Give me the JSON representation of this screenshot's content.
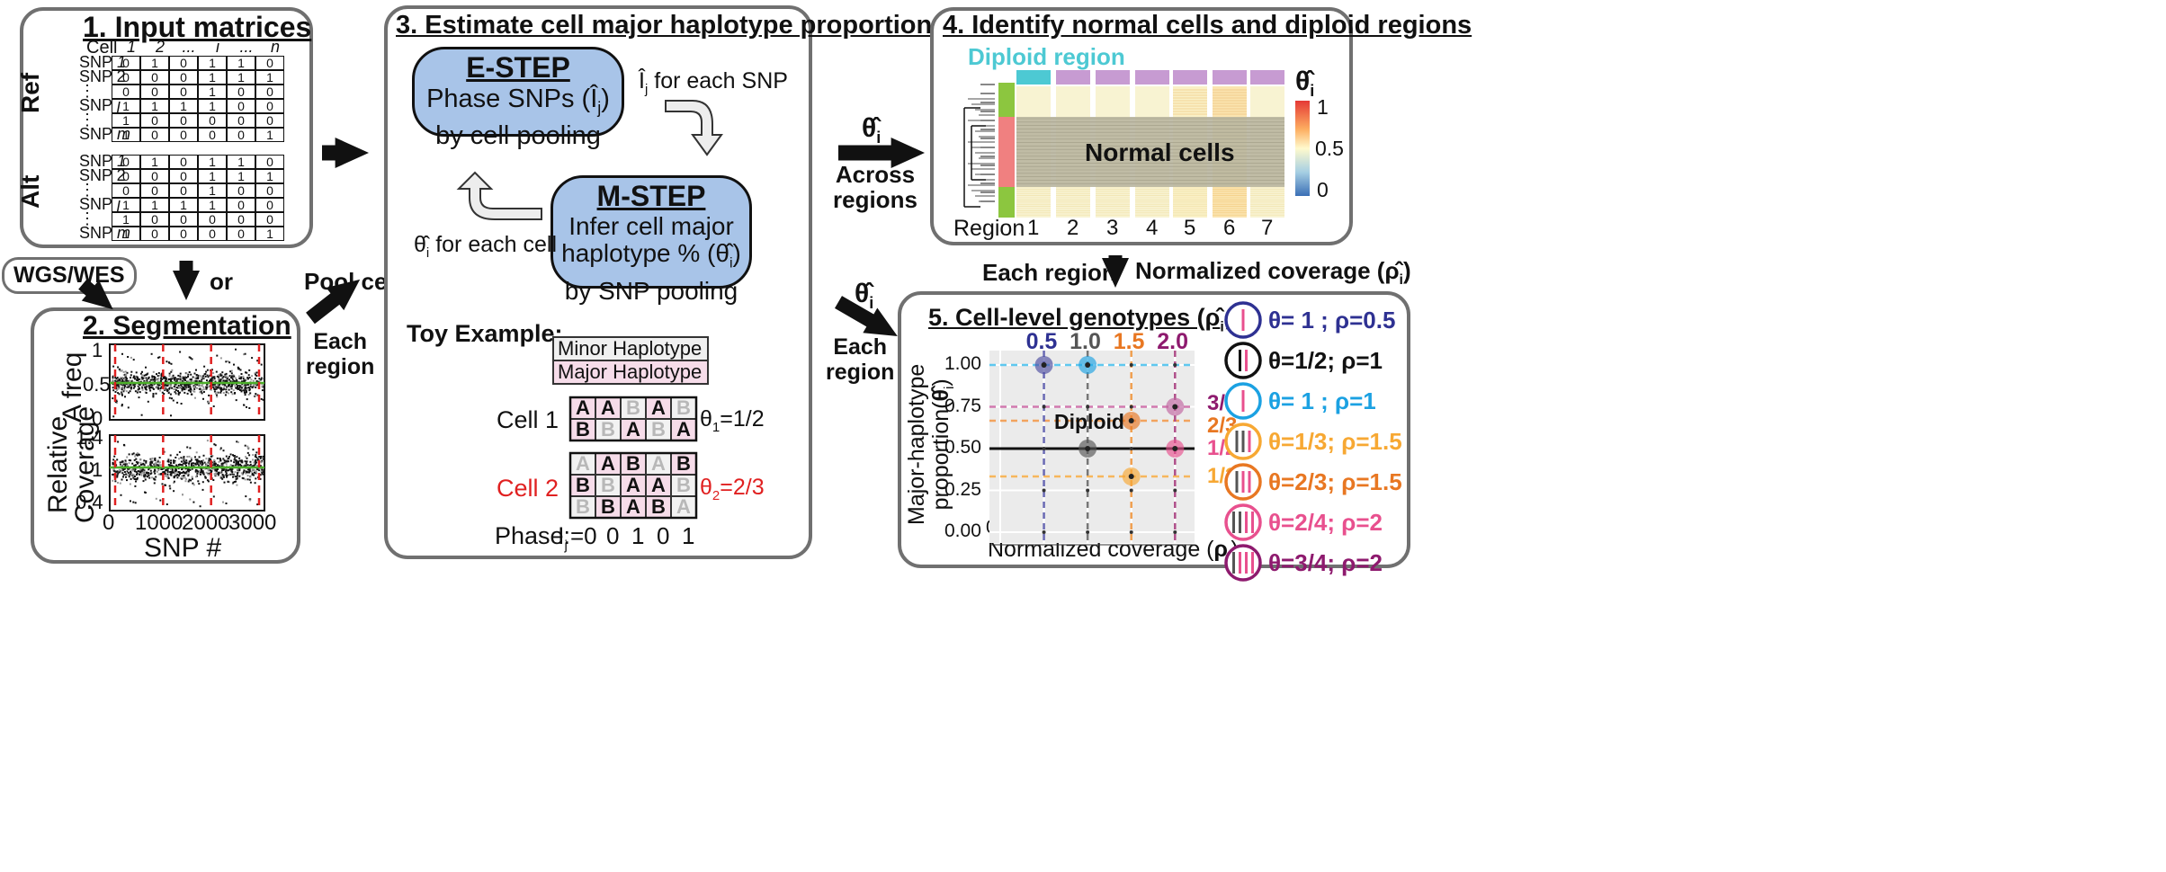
{
  "panel1": {
    "title": "1. Input matrices",
    "cell_label": "Cell",
    "cols": [
      "1",
      "2",
      "...",
      "i",
      "...",
      "n"
    ],
    "ref_label": "Ref",
    "alt_label": "Alt",
    "ref_rows": [
      {
        "label": "SNP",
        "idx": "1",
        "vals": [
          "0",
          "1",
          "0",
          "1",
          "1",
          "0"
        ]
      },
      {
        "label": "SNP 2",
        "idx": "",
        "vals": [
          "0",
          "0",
          "0",
          "1",
          "1",
          "1"
        ]
      },
      {
        "label": "⋮",
        "idx": "",
        "vals": [
          "0",
          "0",
          "0",
          "1",
          "0",
          "0"
        ]
      },
      {
        "label": "SNP",
        "idx": "j",
        "vals": [
          "1",
          "1",
          "1",
          "1",
          "0",
          "0"
        ]
      },
      {
        "label": "⋮",
        "idx": "",
        "vals": [
          "1",
          "0",
          "0",
          "0",
          "0",
          "0"
        ]
      },
      {
        "label": "SNP",
        "idx": "m",
        "vals": [
          "1",
          "0",
          "0",
          "0",
          "0",
          "1"
        ]
      }
    ],
    "alt_rows": [
      {
        "label": "SNP",
        "idx": "1",
        "vals": [
          "0",
          "1",
          "0",
          "1",
          "1",
          "0"
        ]
      },
      {
        "label": "SNP 2",
        "idx": "",
        "vals": [
          "0",
          "0",
          "0",
          "1",
          "1",
          "1"
        ]
      },
      {
        "label": "⋮",
        "idx": "",
        "vals": [
          "0",
          "0",
          "0",
          "1",
          "0",
          "0"
        ]
      },
      {
        "label": "SNP",
        "idx": "j",
        "vals": [
          "1",
          "1",
          "1",
          "1",
          "0",
          "0"
        ]
      },
      {
        "label": "⋮",
        "idx": "",
        "vals": [
          "1",
          "0",
          "0",
          "0",
          "0",
          "0"
        ]
      },
      {
        "label": "SNP",
        "idx": "m",
        "vals": [
          "1",
          "0",
          "0",
          "0",
          "0",
          "1"
        ]
      }
    ]
  },
  "connectors": {
    "wgs": "WGS/WES",
    "or": "or",
    "pool_cells": "Pool cells",
    "each_region_a": [
      "Each",
      "region"
    ],
    "theta": "θ̂",
    "theta_sub": "i",
    "across": [
      "Across",
      "regions"
    ],
    "each_region_b": [
      "Each",
      "region"
    ],
    "each_region_c": "Each region",
    "norm_cov": "Normalized coverage",
    "rho": "(ρ̂",
    "rho_sub": "i",
    ")": ")"
  },
  "panel2": {
    "title": "2. Segmentation",
    "ylabel_top": [
      "A freq"
    ],
    "ylabel_bot": [
      "Relative",
      "Coverage"
    ],
    "yticks_top": [
      "1",
      "0.5",
      "0"
    ],
    "yticks_bot": [
      "1.4",
      "1",
      "0.4"
    ],
    "xticks": [
      "0",
      "1000",
      "2000",
      "3000"
    ],
    "xlabel": "SNP #"
  },
  "panel3": {
    "title": "3. Estimate cell major haplotype proportion",
    "estep": {
      "title": "E-STEP",
      "line1": "Phase SNPs (",
      "hat": "Î",
      "sub": "j",
      "line1b": ")",
      "line2": "by cell pooling"
    },
    "mstep": {
      "title": "M-STEP",
      "line1": "Infer cell major",
      "line2": "haplotype % (",
      "hat": "θ̂",
      "sub": "i",
      "line2b": ")",
      "line3": "by SNP pooling"
    },
    "for_snp": "for each SNP",
    "ij": "Î",
    "ij_sub": "j",
    "for_cell": "for each cell",
    "ti": "θ̂",
    "ti_sub": "i",
    "toy_label": "Toy Example:",
    "minor": "Minor Haplotype",
    "major": "Major Haplotype",
    "cell1": "Cell 1",
    "cell1_theta": "θ",
    "cell1_sub": "1",
    "cell1_val": "=1/2",
    "cell1_rows": [
      [
        "A",
        "A",
        "B",
        "A",
        "B"
      ],
      [
        "B",
        "B",
        "A",
        "B",
        "A"
      ]
    ],
    "cell2": "Cell 2",
    "cell2_theta": "θ",
    "cell2_sub": "2",
    "cell2_val": "=2/3",
    "cell2_rows": [
      [
        "A",
        "A",
        "B",
        "A",
        "B"
      ],
      [
        "B",
        "B",
        "A",
        "A",
        "B"
      ],
      [
        "B",
        "B",
        "A",
        "B",
        "A"
      ]
    ],
    "phase_label": "Phase:",
    "phase_i": "I",
    "phase_sub": "j",
    "phase_vals": [
      "=0",
      "0",
      "1",
      "0",
      "1"
    ]
  },
  "panel4": {
    "title": "4. Identify normal cells and diploid regions",
    "diploid_region": "Diploid region",
    "normal_cells": "Normal cells",
    "region_label": "Region",
    "regions": [
      "1",
      "2",
      "3",
      "4",
      "5",
      "6",
      "7"
    ],
    "legend_title": "θ̂",
    "legend_sub": "i",
    "legend_ticks": [
      "1",
      "0.5",
      "0"
    ],
    "colors": {
      "teal": "#4dc9d3",
      "purple": "#c79bd2",
      "green": "#8cc63f",
      "red": "#f08080"
    }
  },
  "panel5": {
    "title": "5. Cell-level genotypes (",
    "title_rho": "ρ̂",
    "title_theta": "θ̂",
    "title_sub": "i",
    "ylabel": [
      "Major-haplotype",
      "proportion("
    ],
    "ylabel_theta": "θ̂",
    "ylabel_sub": "i",
    "ylabel_end": ")",
    "xlabel": "Normalized coverage (",
    "xlabel_rho": "ρ",
    "xlabel_sub": "i",
    "xlabel_end": ")",
    "yticks": [
      "1.00",
      "0.75",
      "0.50",
      "0.25",
      "0.00"
    ],
    "xticks": [
      "0.0",
      "0.5",
      "1.0",
      "1.5",
      "2.0"
    ],
    "top_labels": [
      "0.5",
      "1.0",
      "1.5",
      "2.0"
    ],
    "right_labels": [
      "3/4",
      "2/3",
      "1/2",
      "1/3"
    ],
    "diploid": "Diploid"
  },
  "legend5": [
    {
      "text": "θ= 1 ; ρ=0.5",
      "color": "#2e3192"
    },
    {
      "text": "θ=1/2; ρ=1",
      "color": "#111111"
    },
    {
      "text": "θ= 1 ; ρ=1",
      "color": "#1ba1e2"
    },
    {
      "text": "θ=1/3; ρ=1.5",
      "color": "#f7a833"
    },
    {
      "text": "θ=2/3; ρ=1.5",
      "color": "#e87722"
    },
    {
      "text": "θ=2/4; ρ=2",
      "color": "#e8508e"
    },
    {
      "text": "θ=3/4; ρ=2",
      "color": "#8e1a6e"
    }
  ]
}
